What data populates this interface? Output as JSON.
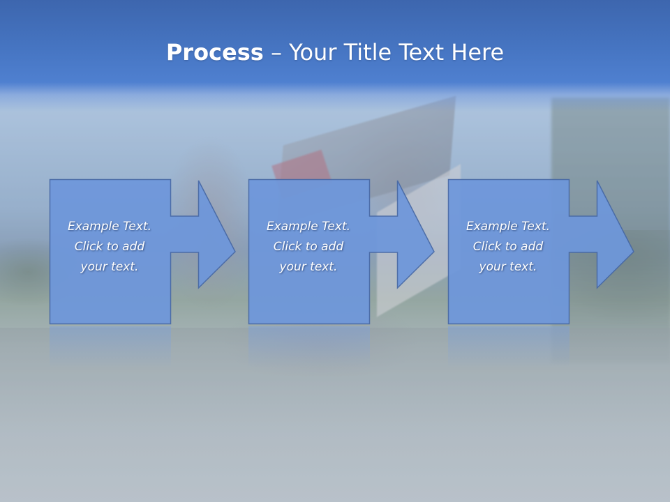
{
  "slide": {
    "title_bold": "Process",
    "title_rest": " – Your Title Text Here",
    "accent_color": "#4f80d0",
    "box_color": "#6e97db",
    "steps": [
      {
        "line1": "Example Text.",
        "line2": "Click  to add",
        "line3": "your text."
      },
      {
        "line1": "Example Text.",
        "line2": "Click  to add",
        "line3": "your text."
      },
      {
        "line1": "Example Text.",
        "line2": "Click  to add",
        "line3": "your text."
      }
    ]
  }
}
